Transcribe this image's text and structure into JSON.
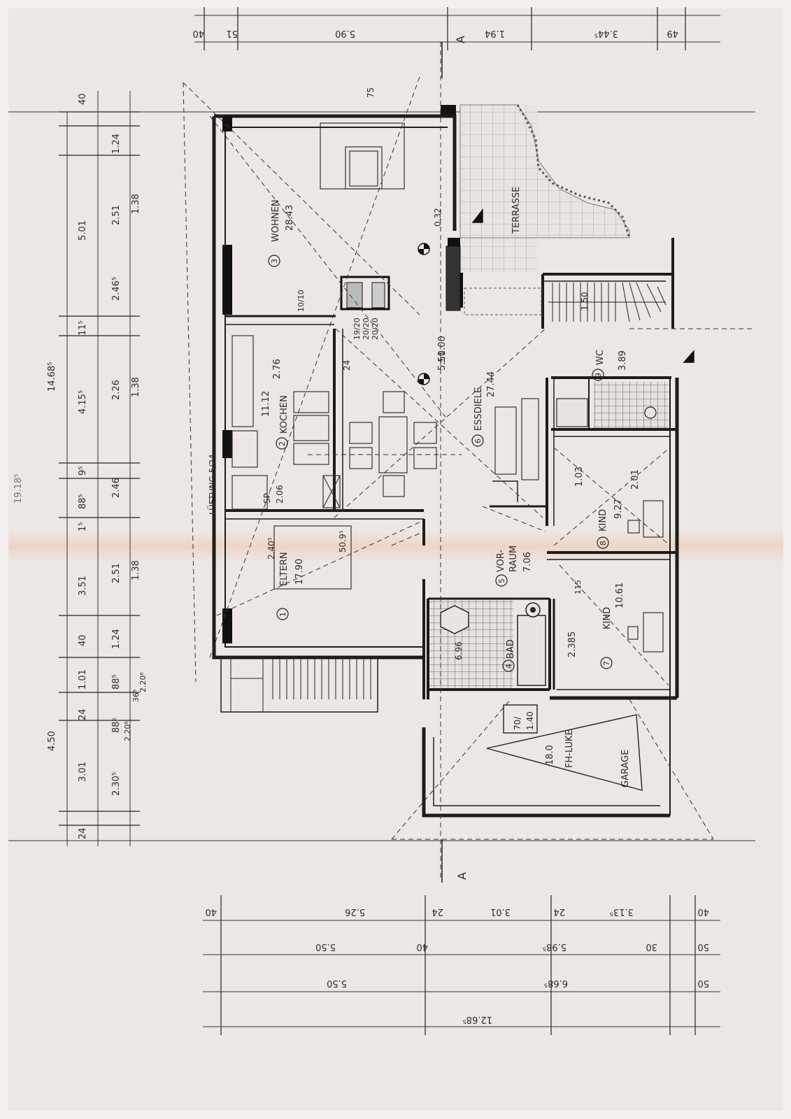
{
  "section_marker": "A",
  "rooms": {
    "wohnen": {
      "number": "3",
      "name": "WOHNEN",
      "area": "28.43"
    },
    "kochen": {
      "number": "2",
      "name": "KOCHEN",
      "area": "11.12",
      "dim": "2.76"
    },
    "essdiele": {
      "number": "6",
      "name": "ESSDIELE",
      "area": "27.44",
      "dim": "5.51"
    },
    "wc": {
      "number": "9",
      "name": "WC",
      "area": "3.89"
    },
    "sp": {
      "name": "SP.",
      "area": "2.06"
    },
    "kind8": {
      "number": "8",
      "name": "KIND",
      "area": "9.27",
      "dims": [
        "2.01",
        "1.03"
      ]
    },
    "eltern": {
      "number": "1",
      "name": "ELTERN",
      "area": "17.90"
    },
    "vorraum": {
      "number": "5",
      "name_line1": "VOR-",
      "name_line2": "RAUM",
      "area": "7.06"
    },
    "bad": {
      "number": "4",
      "name": "BAD",
      "area": "6.96"
    },
    "kind7": {
      "number": "7",
      "name": "KIND",
      "area": "10.61",
      "dim": "2.385"
    },
    "garage": {
      "name": "GARAGE",
      "area": "18.0",
      "hatch": "FH-LUKE",
      "hatch_size_a": "70/",
      "hatch_size_b": "1.40"
    }
  },
  "labels": {
    "terrasse": "TERRASSE",
    "lueftung": "LÜFTUNG 5/24",
    "level": "±0.00",
    "step": "0.32",
    "chimney": [
      "19/20",
      "20/20",
      "20/20"
    ],
    "vent": "10/10",
    "stair_width": "1.50",
    "dim_75": "75",
    "dim_24": "24",
    "dim_115": "115",
    "dim_240": "2.40⁵",
    "dim_509": "50.9⁵"
  },
  "left_dims": {
    "total_outer": "19.18⁵",
    "total_upper": "14.68⁵",
    "total_lower": "4.50",
    "col1": [
      "40",
      "5.01",
      "11⁵",
      "4.15⁵",
      "9⁵",
      "88⁵",
      "1⁵",
      "3.51",
      "40",
      "1.01",
      "24",
      "3.01",
      "24"
    ],
    "col2": [
      "1.24",
      "2.51",
      "2.46⁵",
      "2.26",
      "2.46",
      "2.51",
      "1.24",
      "88⁵",
      "88⁵",
      "2.30⁵"
    ],
    "col3": [
      "1.38",
      "1.38",
      "1.38",
      "2.20⁶",
      "2.20⁶",
      "36⁵"
    ]
  },
  "top_dims": [
    "40",
    "51",
    "5.90",
    "1.94",
    "3.44⁵",
    "49"
  ],
  "bottom_dims": {
    "row1": [
      "40",
      "5.26",
      "24",
      "3.01",
      "24",
      "3.13⁵",
      "40"
    ],
    "row2": [
      "5.50",
      "40",
      "5.98⁵",
      "30",
      "50"
    ],
    "row3": [
      "5.50",
      "6.68⁵",
      "50"
    ],
    "row4": [
      "12.68⁵"
    ]
  }
}
